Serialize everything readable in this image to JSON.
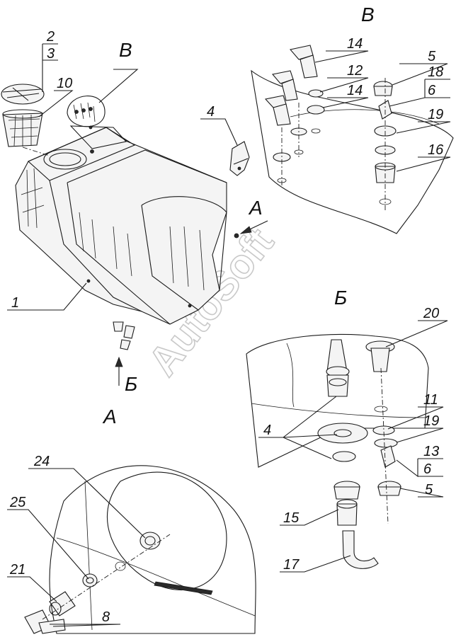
{
  "watermark": "AutoSoft",
  "views": {
    "V": "В",
    "B": "Б",
    "A": "А"
  },
  "callouts": {
    "c1": "1",
    "c2": "2",
    "c3": "3",
    "c10": "10",
    "c4_top": "4",
    "c14_a": "14",
    "c12": "12",
    "c14_b": "14",
    "c5_top": "5",
    "c18": "18",
    "c6_top": "6",
    "c19_top": "19",
    "c16": "16",
    "c20": "20",
    "c11": "11",
    "c19_mid": "19",
    "c4_mid": "4",
    "c13": "13",
    "c6_mid": "6",
    "c5_mid": "5",
    "c15": "15",
    "c17": "17",
    "c24": "24",
    "c25": "25",
    "c21": "21",
    "c8": "8"
  }
}
